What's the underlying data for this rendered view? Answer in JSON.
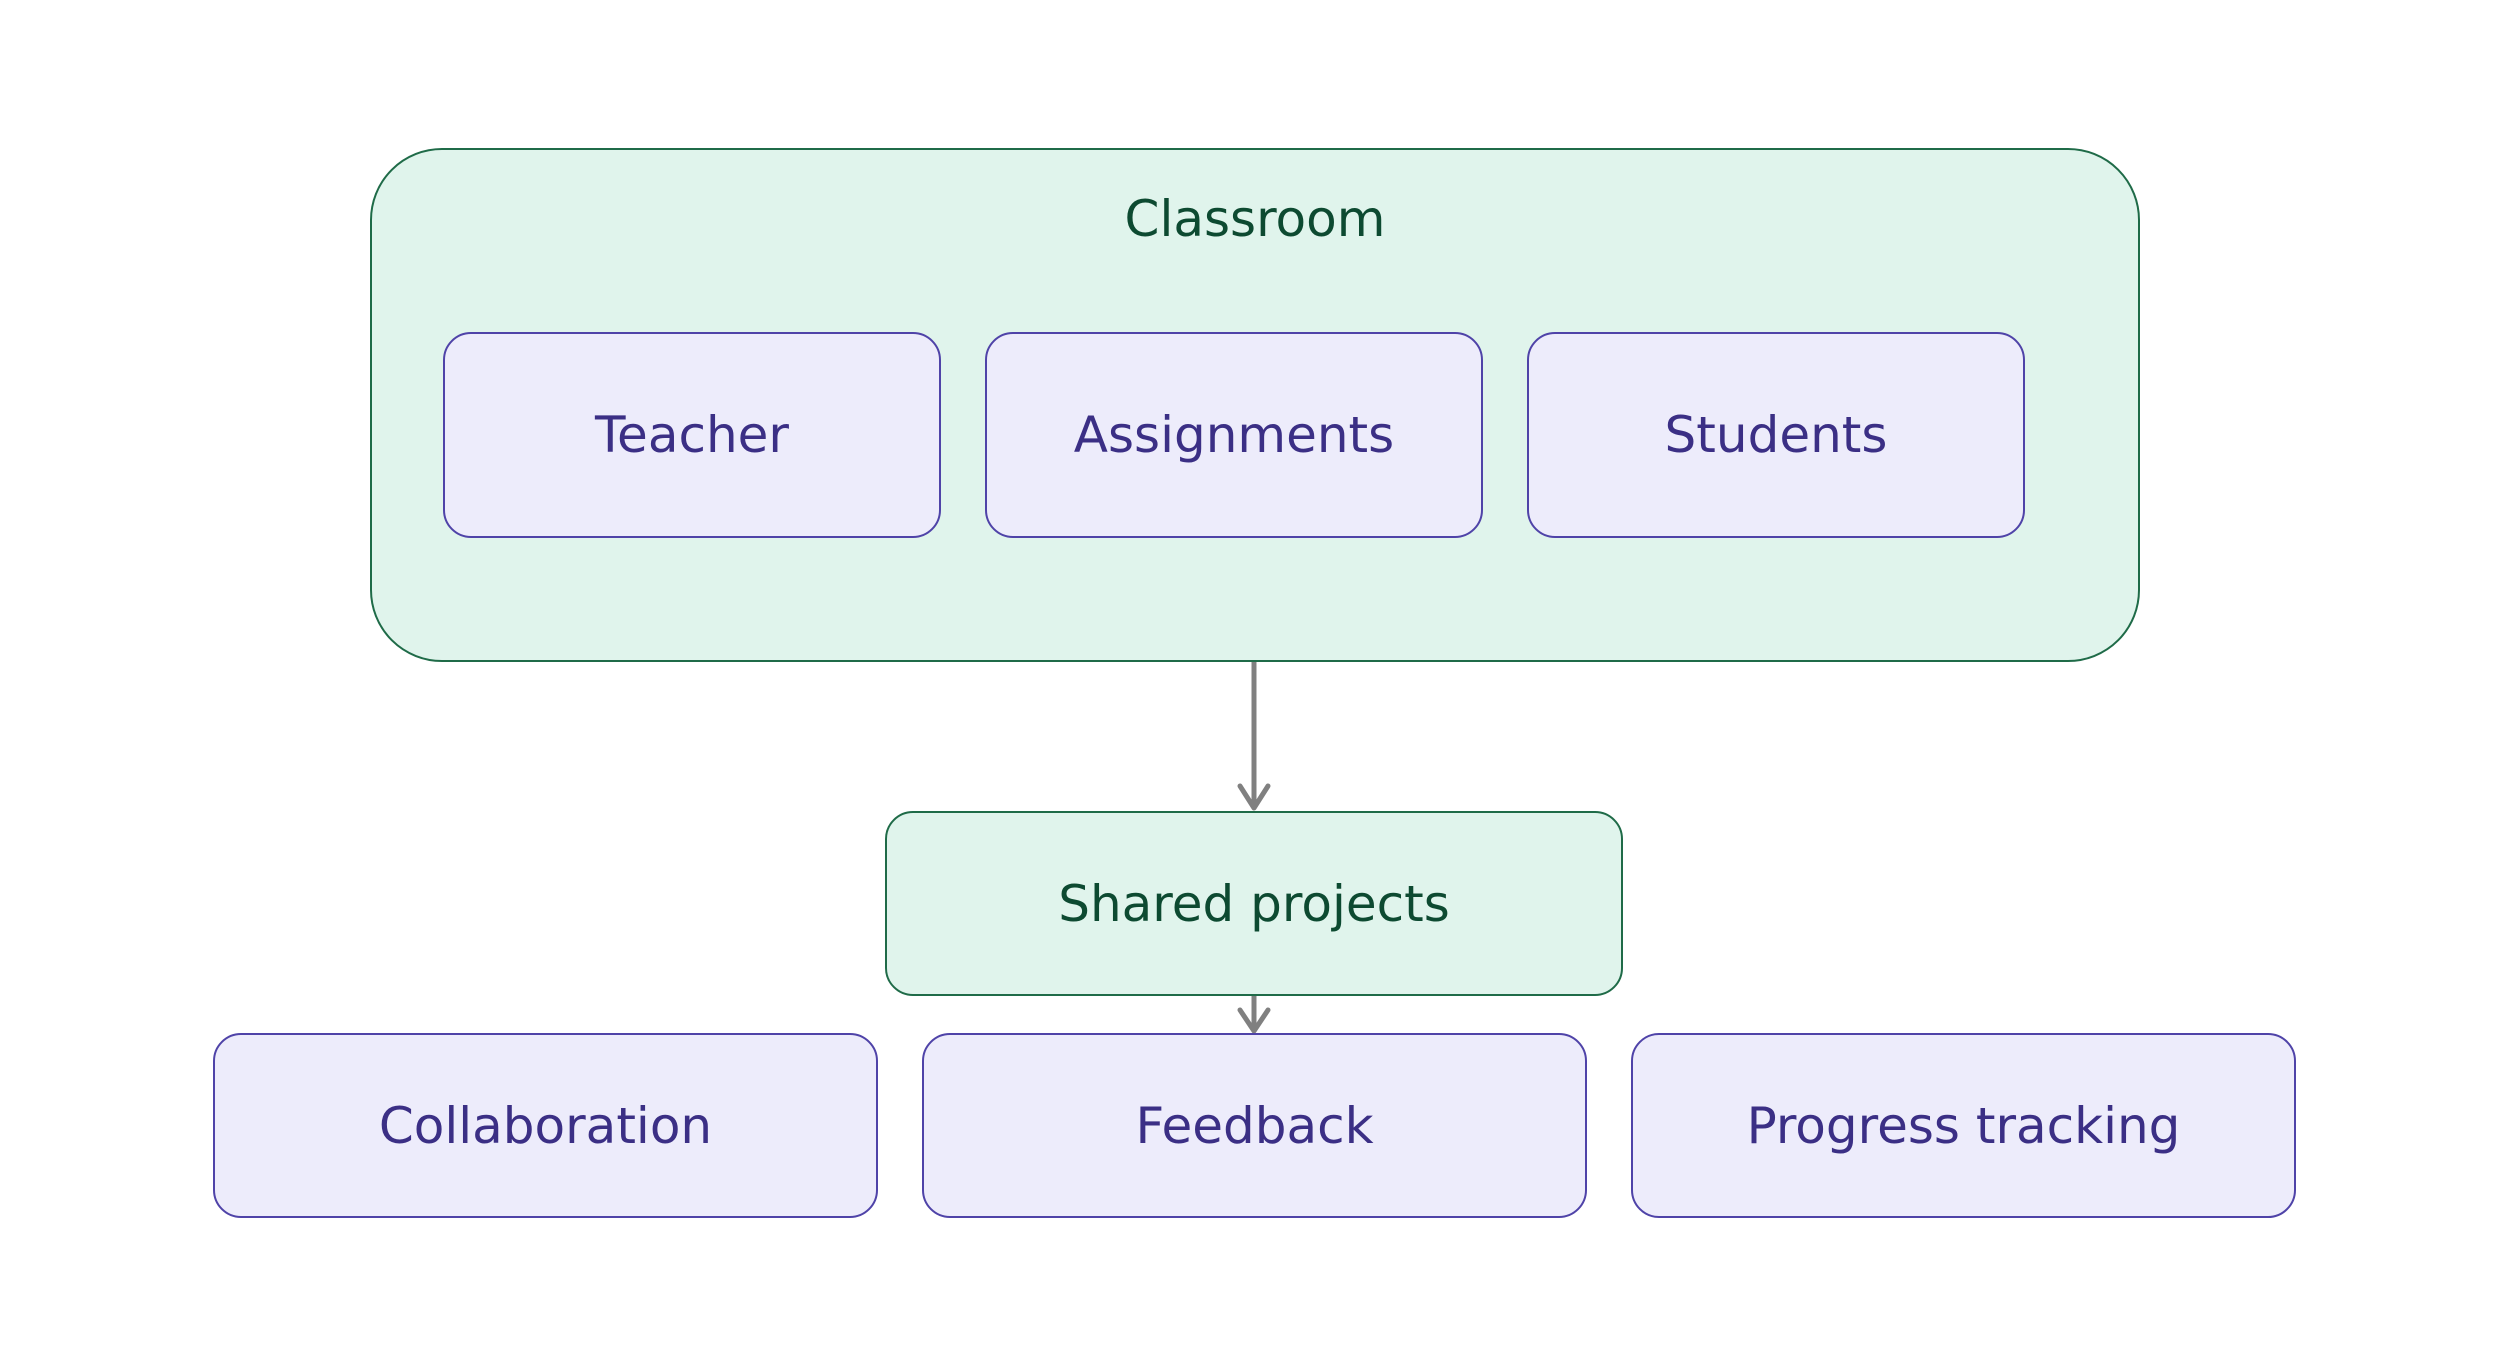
{
  "diagram": {
    "group": {
      "title": "Classroom",
      "members": {
        "teacher": "Teacher",
        "assignments": "Assignments",
        "students": "Students"
      }
    },
    "hub": {
      "label": "Shared projects"
    },
    "outcomes": {
      "collaboration": "Collaboration",
      "feedback": "Feedback",
      "progress": "Progress tracking"
    },
    "edges": [
      {
        "from": "Classroom",
        "to": "Shared projects"
      },
      {
        "from": "Shared projects",
        "to": "Feedback"
      }
    ],
    "colors": {
      "group_fill": "#e0f4ec",
      "group_stroke": "#1f6b48",
      "group_text": "#0d4a31",
      "node_fill": "#edecfb",
      "node_stroke": "#4f43a8",
      "node_text": "#3b2f85",
      "edge": "#808080"
    }
  }
}
